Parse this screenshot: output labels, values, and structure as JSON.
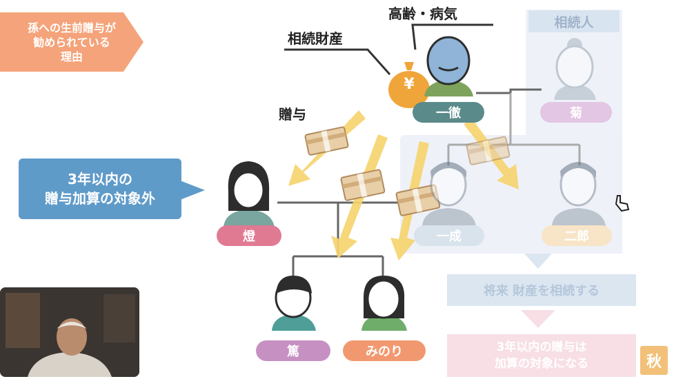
{
  "title_tag": [
    "孫への生前贈与が",
    "勧められている",
    "理由"
  ],
  "callout": [
    "3年以内の",
    "贈与加算の対象外"
  ],
  "labels": {
    "aging": "高齢・病気",
    "estate": "相続財産",
    "gift": "贈与",
    "heir_header": "相続人",
    "yen": "¥"
  },
  "people": {
    "grandfather": "一徹",
    "wife": "菊",
    "son1": "一成",
    "son2": "二郎",
    "daughter_in_law": "燈",
    "grandchild1": "篤",
    "grandchild2": "みのり"
  },
  "boxes": {
    "inherit": "将来 財産を相続する",
    "rule": [
      "3年以内の贈与は",
      "加算の対象になる"
    ]
  },
  "logo": "秋",
  "colors": {
    "orange": "#f4a37a",
    "blue": "#5f9bc9",
    "pink": "#e07a93",
    "teal": "#5b8a8a",
    "purple": "#c790c3",
    "yellow": "#f5cf6a"
  }
}
